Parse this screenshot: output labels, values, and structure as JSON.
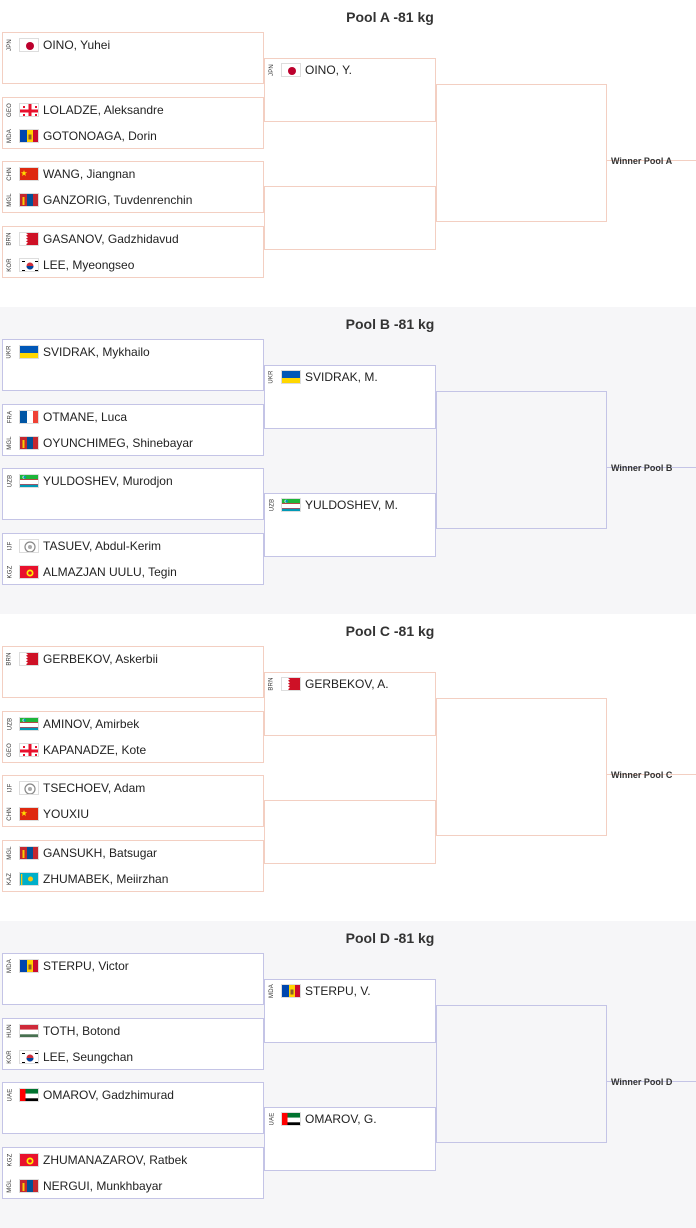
{
  "pools": [
    {
      "title": "Pool A -81 kg",
      "winner_label": "Winner Pool A",
      "round1": [
        {
          "top": {
            "code": "JPN",
            "flag": "jpn",
            "name": "OINO, Yuhei"
          },
          "bottom": null
        },
        {
          "top": {
            "code": "GEO",
            "flag": "geo",
            "name": "LOLADZE, Aleksandre"
          },
          "bottom": {
            "code": "MDA",
            "flag": "mda",
            "name": "GOTONOAGA, Dorin"
          }
        },
        {
          "top": {
            "code": "CHN",
            "flag": "chn",
            "name": "WANG, Jiangnan"
          },
          "bottom": {
            "code": "MGL",
            "flag": "mgl",
            "name": "GANZORIG, Tuvdenrenchin"
          }
        },
        {
          "top": {
            "code": "BRN",
            "flag": "brn",
            "name": "GASANOV, Gadzhidavud"
          },
          "bottom": {
            "code": "KOR",
            "flag": "kor",
            "name": "LEE, Myeongseo"
          }
        }
      ],
      "round2": [
        {
          "code": "JPN",
          "flag": "jpn",
          "name": "OINO, Y."
        },
        null
      ]
    },
    {
      "title": "Pool B -81 kg",
      "winner_label": "Winner Pool B",
      "round1": [
        {
          "top": {
            "code": "UKR",
            "flag": "ukr",
            "name": "SVIDRAK, Mykhailo"
          },
          "bottom": null
        },
        {
          "top": {
            "code": "FRA",
            "flag": "fra",
            "name": "OTMANE, Luca"
          },
          "bottom": {
            "code": "MGL",
            "flag": "mgl",
            "name": "OYUNCHIMEG, Shinebayar"
          }
        },
        {
          "top": {
            "code": "UZB",
            "flag": "uzb",
            "name": "YULDOSHEV, Murodjon"
          },
          "bottom": null
        },
        {
          "top": {
            "code": "IJF",
            "flag": "ijf",
            "name": "TASUEV, Abdul-Kerim"
          },
          "bottom": {
            "code": "KGZ",
            "flag": "kgz",
            "name": "ALMAZJAN UULU, Tegin"
          }
        }
      ],
      "round2": [
        {
          "code": "UKR",
          "flag": "ukr",
          "name": "SVIDRAK, M."
        },
        {
          "code": "UZB",
          "flag": "uzb",
          "name": "YULDOSHEV, M."
        }
      ]
    },
    {
      "title": "Pool C -81 kg",
      "winner_label": "Winner Pool C",
      "round1": [
        {
          "top": {
            "code": "BRN",
            "flag": "brn",
            "name": "GERBEKOV, Askerbii"
          },
          "bottom": null
        },
        {
          "top": {
            "code": "UZB",
            "flag": "uzb",
            "name": "AMINOV, Amirbek"
          },
          "bottom": {
            "code": "GEO",
            "flag": "geo",
            "name": "KAPANADZE, Kote"
          }
        },
        {
          "top": {
            "code": "IJF",
            "flag": "ijf",
            "name": "TSECHOEV, Adam"
          },
          "bottom": {
            "code": "CHN",
            "flag": "chn",
            "name": "YOUXIU"
          }
        },
        {
          "top": {
            "code": "MGL",
            "flag": "mgl",
            "name": "GANSUKH, Batsugar"
          },
          "bottom": {
            "code": "KAZ",
            "flag": "kaz",
            "name": "ZHUMABEK, Meiirzhan"
          }
        }
      ],
      "round2": [
        {
          "code": "BRN",
          "flag": "brn",
          "name": "GERBEKOV, A."
        },
        null
      ]
    },
    {
      "title": "Pool D -81 kg",
      "winner_label": "Winner Pool D",
      "round1": [
        {
          "top": {
            "code": "MDA",
            "flag": "mda",
            "name": "STERPU, Victor"
          },
          "bottom": null
        },
        {
          "top": {
            "code": "HUN",
            "flag": "hun",
            "name": "TOTH, Botond"
          },
          "bottom": {
            "code": "KOR",
            "flag": "kor",
            "name": "LEE, Seungchan"
          }
        },
        {
          "top": {
            "code": "UAE",
            "flag": "uae",
            "name": "OMAROV, Gadzhimurad"
          },
          "bottom": null
        },
        {
          "top": {
            "code": "KGZ",
            "flag": "kgz",
            "name": "ZHUMANAZAROV, Ratbek"
          },
          "bottom": {
            "code": "MGL",
            "flag": "mgl",
            "name": "NERGUI, Munkhbayar"
          }
        }
      ],
      "round2": [
        {
          "code": "MDA",
          "flag": "mda",
          "name": "STERPU, V."
        },
        {
          "code": "UAE",
          "flag": "uae",
          "name": "OMAROV, G."
        }
      ]
    }
  ]
}
